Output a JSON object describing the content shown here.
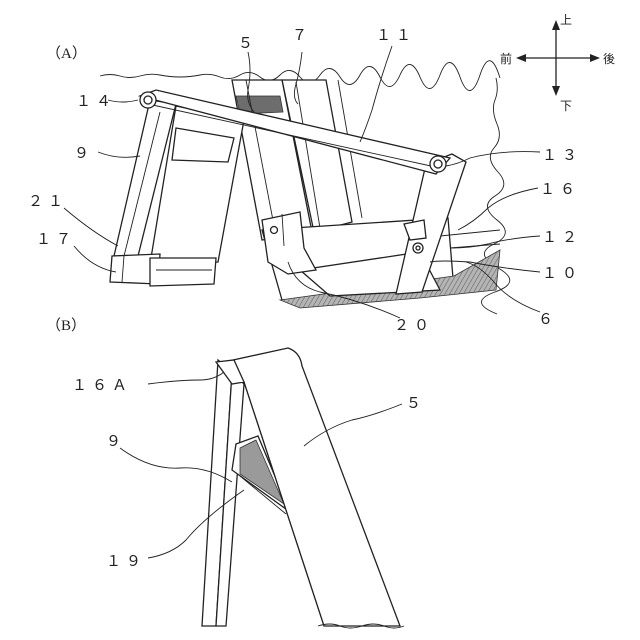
{
  "panels": {
    "a": "（A）",
    "b": "（B）"
  },
  "compass": {
    "up": "上",
    "down": "下",
    "front": "前",
    "rear": "後"
  },
  "labels_a": {
    "n5": "５",
    "n7": "７",
    "n11": "１１",
    "n14": "１４",
    "n9": "９",
    "n13": "１３",
    "n16": "１６",
    "n21": "２１",
    "n17": "１７",
    "n12": "１２",
    "n10": "１０",
    "n20": "２０",
    "n6": "６"
  },
  "labels_b": {
    "n16a": "１６Ａ",
    "n5": "５",
    "n9": "９",
    "n19": "１９"
  }
}
